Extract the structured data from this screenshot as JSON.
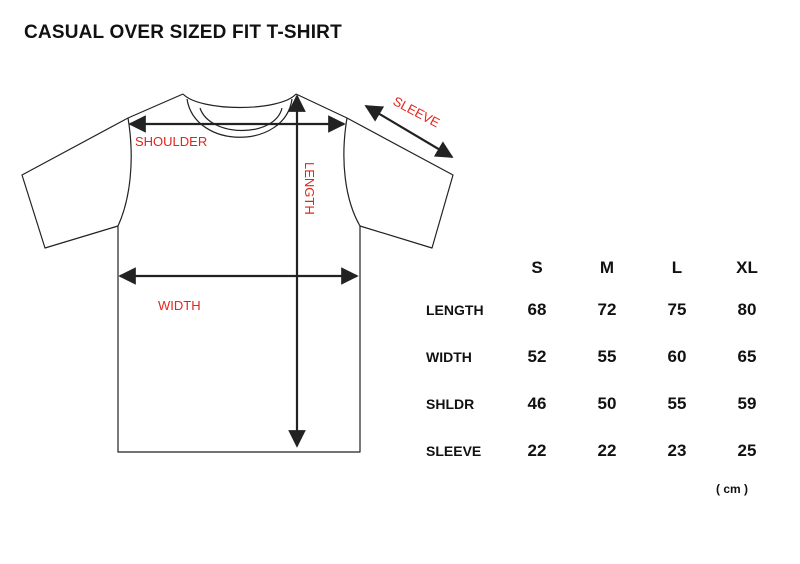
{
  "title": "CASUAL OVER SIZED FIT T-SHIRT",
  "diagram_labels": {
    "shoulder": "SHOULDER",
    "sleeve": "SLEEVE",
    "length": "LENGTH",
    "width": "WIDTH"
  },
  "colors": {
    "label": "#e0261b",
    "outline": "#222222"
  },
  "size_chart": {
    "sizes": [
      "S",
      "M",
      "L",
      "XL"
    ],
    "rows": [
      {
        "label": "LENGTH",
        "values": [
          "68",
          "72",
          "75",
          "80"
        ]
      },
      {
        "label": "WIDTH",
        "values": [
          "52",
          "55",
          "60",
          "65"
        ]
      },
      {
        "label": "SHLDR",
        "values": [
          "46",
          "50",
          "55",
          "59"
        ]
      },
      {
        "label": "SLEEVE",
        "values": [
          "22",
          "22",
          "23",
          "25"
        ]
      }
    ],
    "unit": "( cm )"
  }
}
